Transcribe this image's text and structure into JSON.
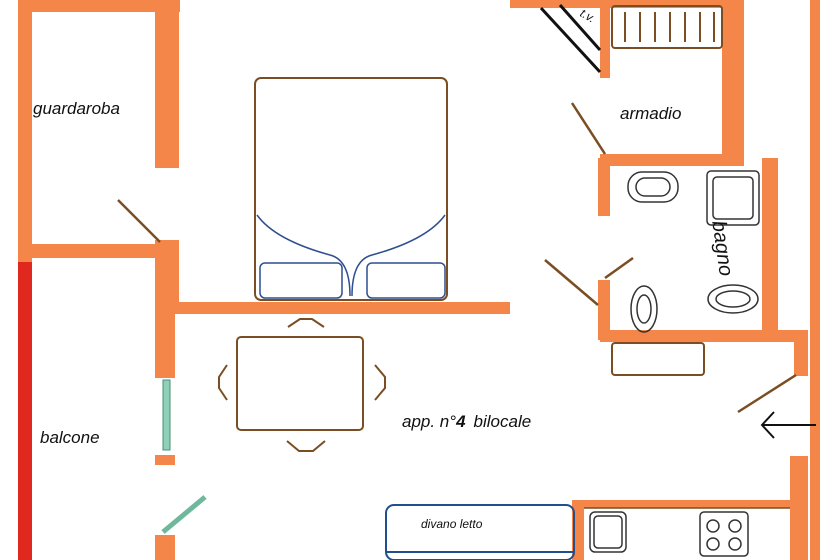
{
  "plan": {
    "colors": {
      "wall": "#f4864a",
      "furniture": "#7a4e22",
      "bed_pillows": "#2f4f8f",
      "sofa": "#1f4f8f",
      "balcony_edge": "#e0281e",
      "glass_door": "#8fd1b8",
      "fixture": "#333333"
    },
    "rooms": {
      "guardaroba": "guardaroba",
      "armadio": "armadio",
      "bagno": "bagno",
      "balcone": "balcone"
    },
    "apartment_label": {
      "prefix": "app. n°",
      "number": "4",
      "suffix": "bilocale"
    },
    "furniture_labels": {
      "tv": "t.v.",
      "sofa_bed": "divano letto"
    },
    "icons": {
      "entrance": "entrance-arrow-icon"
    }
  }
}
